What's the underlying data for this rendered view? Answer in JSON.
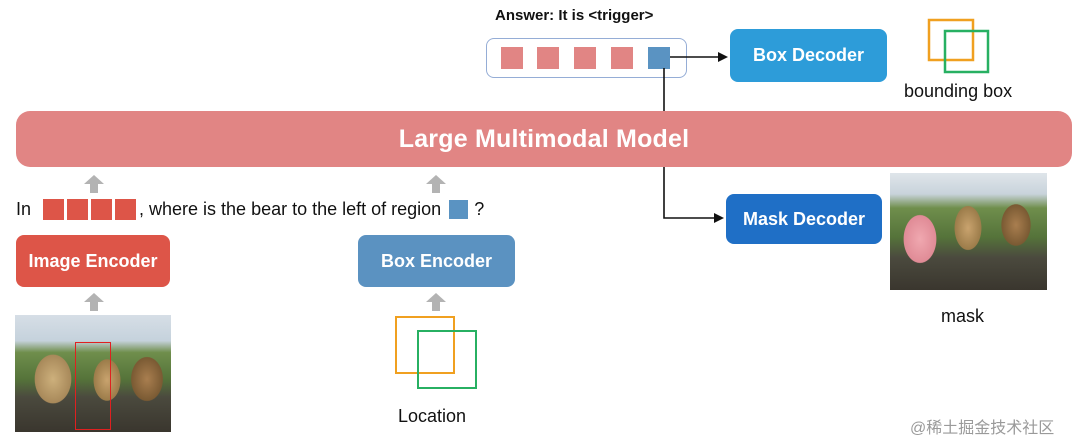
{
  "answer_label": "Answer: It is <trigger>",
  "lmm_label": "Large Multimodal Model",
  "box_decoder_label": "Box Decoder",
  "mask_decoder_label": "Mask Decoder",
  "image_encoder_label": "Image Encoder",
  "box_encoder_label": "Box Encoder",
  "bbox_caption": "bounding box",
  "mask_caption": "mask",
  "location_caption": "Location",
  "question": {
    "prefix": "In",
    "middle": ", where is the bear to the left of region",
    "suffix": "?"
  },
  "watermark": "@稀土掘金技术社区",
  "colors": {
    "lmm": "#e18584",
    "token_red": "#e18584",
    "token_blue": "#5a93c2",
    "box_decoder": "#2d9cd9",
    "mask_decoder": "#1f6fc6",
    "image_encoder": "#dd5548",
    "box_encoder": "#5b92c1",
    "box_orange": "#f0a020",
    "box_green": "#27b062",
    "arrow_gray": "#b3b3b3"
  }
}
